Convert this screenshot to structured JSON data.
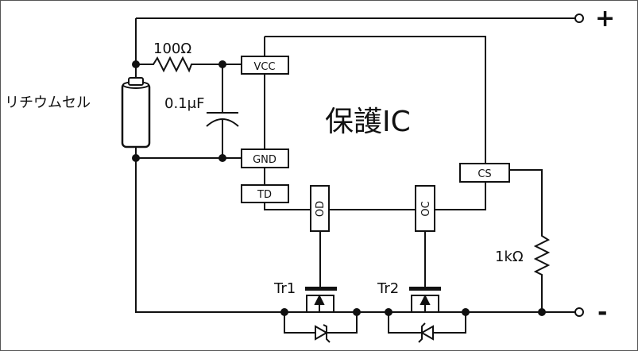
{
  "title": "保護IC",
  "battery_label": "リチウムセル",
  "terminals": {
    "positive": "+",
    "negative": "-"
  },
  "components": {
    "resistor1": "100Ω",
    "capacitor": "0.1μF",
    "resistor2": "1kΩ",
    "transistor1": "Tr1",
    "transistor2": "Tr2"
  },
  "pins": {
    "vcc": "VCC",
    "gnd": "GND",
    "td": "TD",
    "cs": "CS",
    "od": "OD",
    "oc": "OC"
  }
}
